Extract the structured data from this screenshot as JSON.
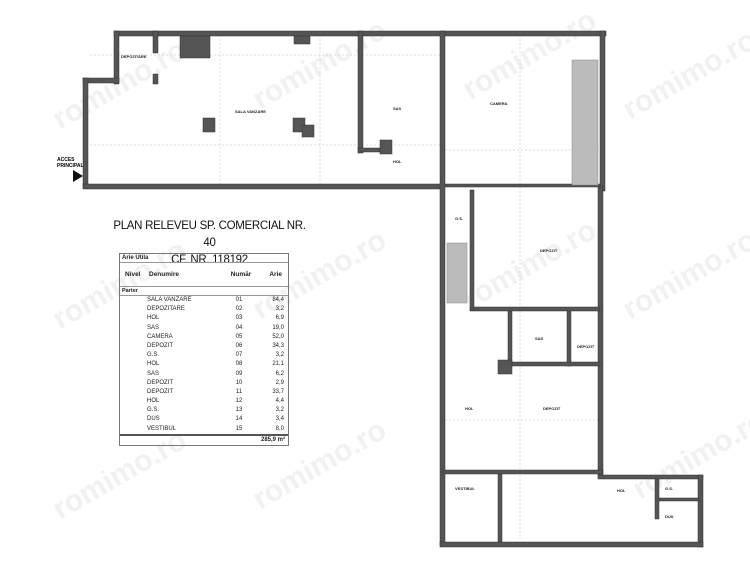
{
  "title": {
    "line1": "PLAN RELEVEU SP. COMERCIAL NR. 40",
    "line2": "CF. NR. 118192"
  },
  "table": {
    "caption": "Arie Utila",
    "headers": [
      "Nivel",
      "Denumire",
      "Număr",
      "Arie"
    ],
    "level": "Parter",
    "rows": [
      [
        "SALA VANZARE",
        "01",
        "84,4"
      ],
      [
        "DEPOZITARE",
        "02",
        "3,2"
      ],
      [
        "HOL",
        "03",
        "6,9"
      ],
      [
        "SAS",
        "04",
        "19,0"
      ],
      [
        "CAMERA",
        "05",
        "52,0"
      ],
      [
        "DEPOZIT",
        "06",
        "34,3"
      ],
      [
        "G.S.",
        "07",
        "3,2"
      ],
      [
        "HOL",
        "08",
        "21,1"
      ],
      [
        "SAS",
        "09",
        "6,2"
      ],
      [
        "DEPOZIT",
        "10",
        "2,9"
      ],
      [
        "DEPOZIT",
        "11",
        "33,7"
      ],
      [
        "HOL",
        "12",
        "4,4"
      ],
      [
        "G.S.",
        "13",
        "3,2"
      ],
      [
        "DUS",
        "14",
        "3,4"
      ],
      [
        "VESTIBUL",
        "15",
        "8,0"
      ]
    ],
    "total": "285,9 m²"
  },
  "plan": {
    "entrance": {
      "line1": "ACCES",
      "line2": "PRINCIPAL"
    },
    "labels": {
      "sala": "SALA VANZARE",
      "depozitare": "DEPOZITARE",
      "sas1": "SAS",
      "hol1": "HOL",
      "camera": "CAMERA",
      "gs1": "G.S.",
      "depozit6": "DEPOZIT",
      "sas2": "SAS",
      "depozit10": "DEPOZIT",
      "hol8": "HOL",
      "depozit11": "DEPOZIT",
      "vestibul": "VESTIBUL",
      "hol12": "HOL",
      "gs2": "G.S.",
      "dus": "DUS"
    },
    "wall_color": "#555555"
  },
  "watermark": "romimo.ro"
}
